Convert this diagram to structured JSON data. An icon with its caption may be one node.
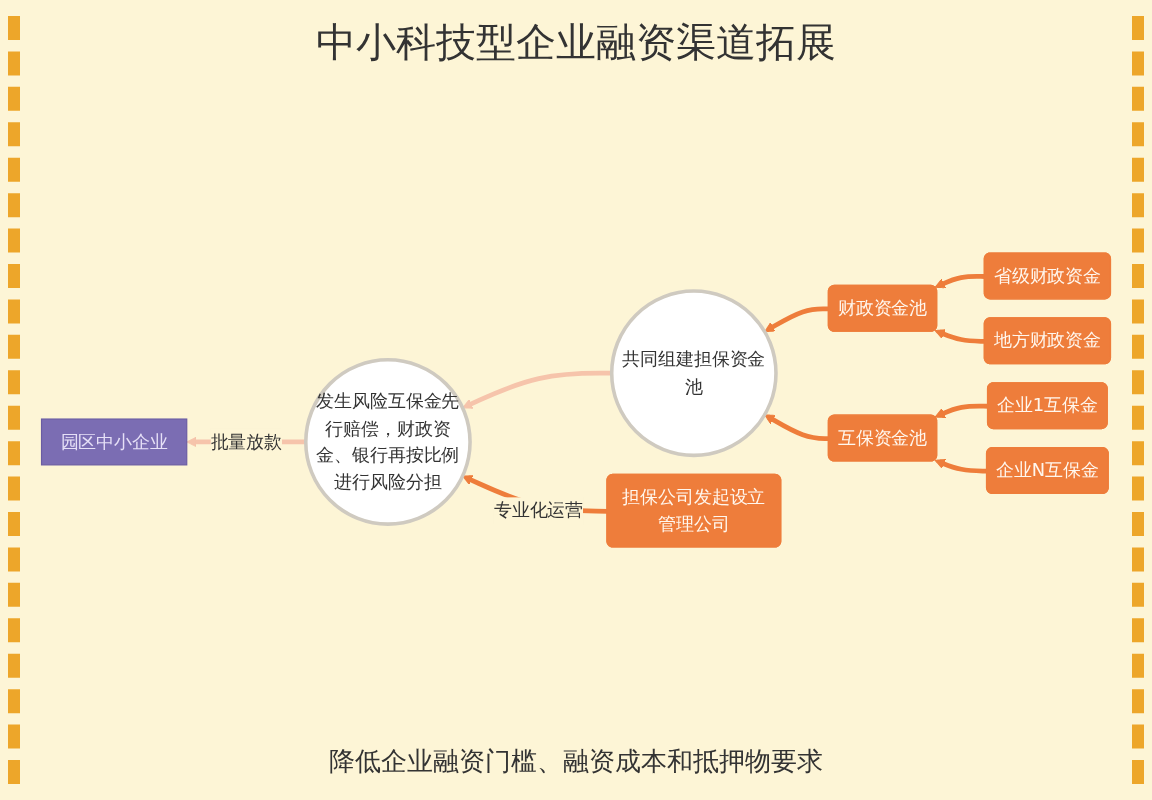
{
  "diagram": {
    "title": "中小科技型企业融资渠道拓展",
    "nodes": [
      {
        "text": [
          "省级财政资金"
        ]
      },
      {
        "text": [
          "担保公司发起设立管理公司"
        ]
      },
      {
        "text": [
          "财政资金池"
        ]
      },
      {
        "text": [
          "地方财政资金"
        ]
      },
      {
        "text": [
          "园区中小企业"
        ]
      },
      {
        "text": [
          "发生风险互保金先行赔偿，财政资金、银行再按比例进行风险分担"
        ]
      },
      {
        "text": [
          "共同组建担保资金池"
        ]
      },
      {
        "text": [
          "企业1互保金"
        ]
      },
      {
        "text": [
          "互保资金池"
        ]
      },
      {
        "text": [
          "企业N互保金"
        ]
      }
    ],
    "edges": [
      {
        "from": 0,
        "to": 2,
        "arrow": "to"
      },
      {
        "from": 3,
        "to": 2,
        "arrow": "to"
      },
      {
        "from": 2,
        "to": 6,
        "arrow": "to"
      },
      {
        "from": 7,
        "to": 8,
        "arrow": "to"
      },
      {
        "from": 9,
        "to": 8,
        "arrow": "to"
      },
      {
        "from": 8,
        "to": 6,
        "arrow": "to"
      },
      {
        "from": 6,
        "to": 5,
        "arrow": "to",
        "color": "#f6c4ab"
      },
      {
        "from": 1,
        "to": 5,
        "label": "专业化运营",
        "arrow": "to"
      },
      {
        "from": 5,
        "to": 4,
        "label": "批量放款",
        "arrow": "to",
        "color": "#f6c4ab"
      }
    ],
    "labels": [
      "降低企业融资门槛、融资成本和抵押物要求"
    ]
  }
}
